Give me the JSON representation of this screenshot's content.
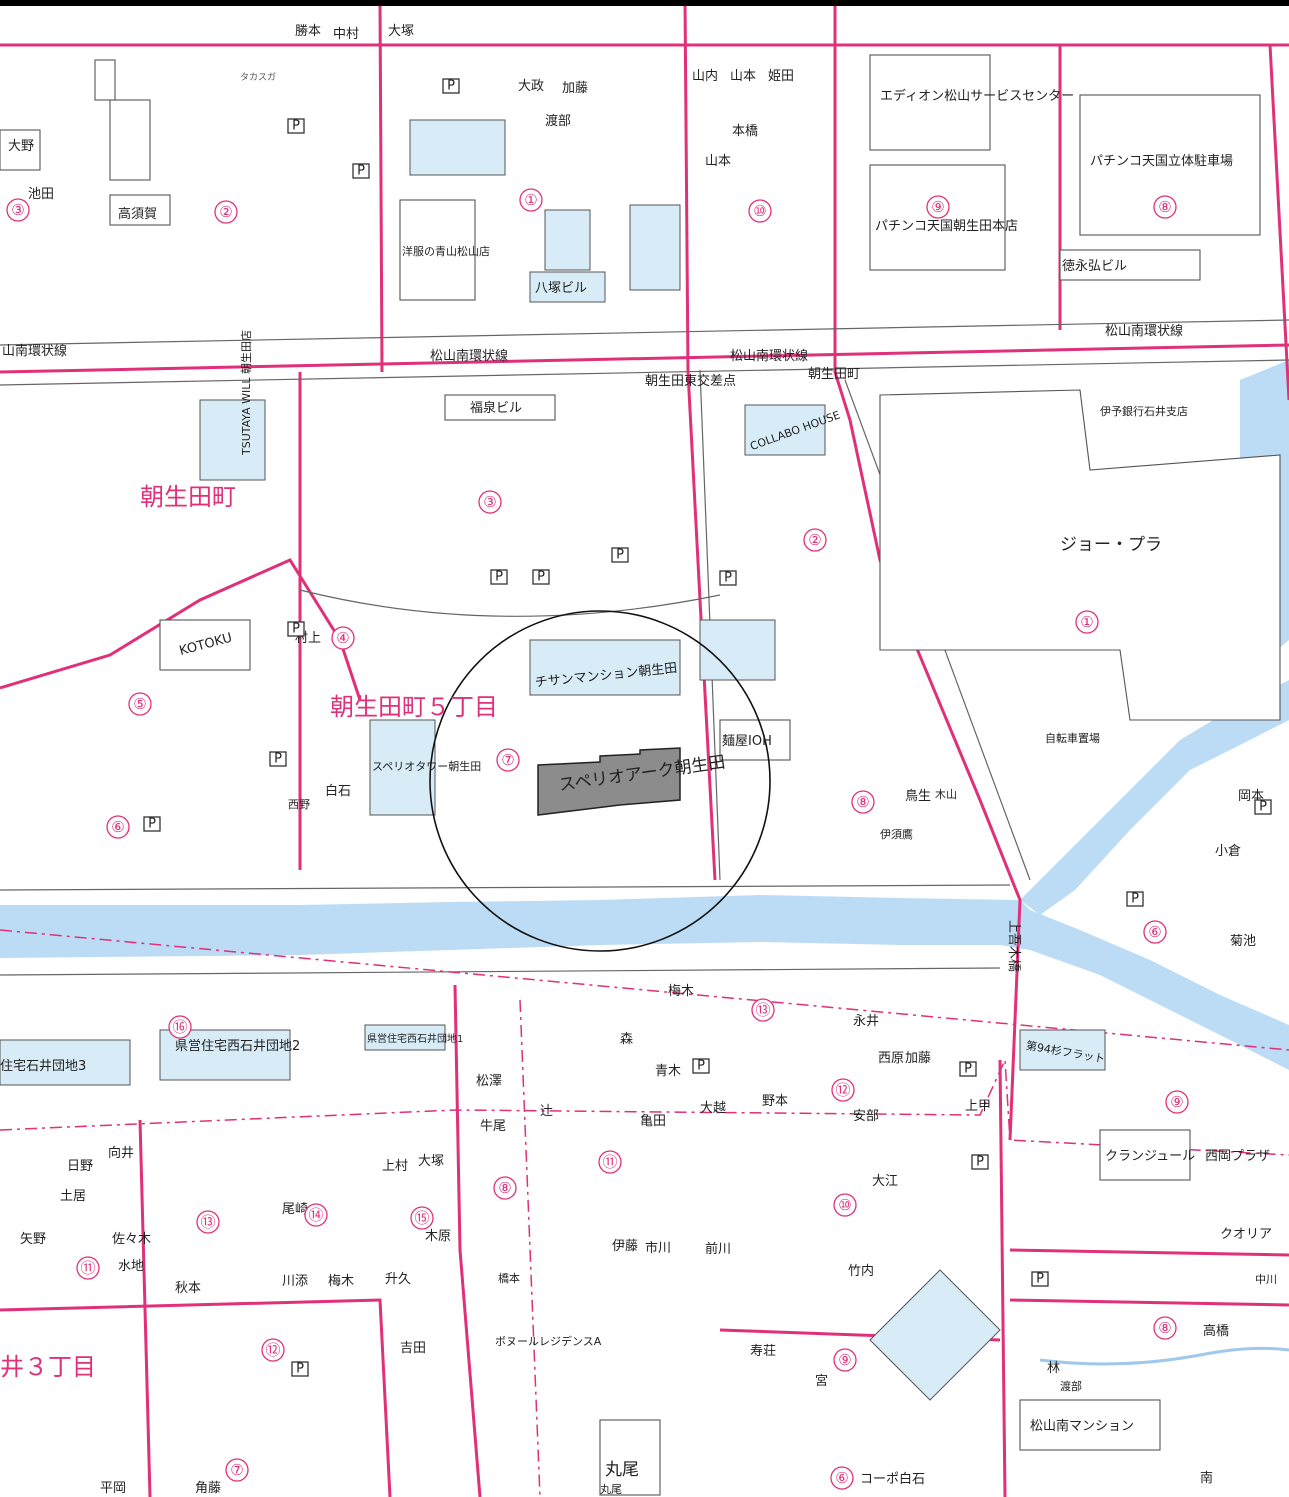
{
  "map": {
    "district_labels": {
      "asoda_cho": "朝生田町",
      "asoda_cho_5": "朝生田町５丁目",
      "nishi_ishii_3": "井３丁目"
    },
    "roads": {
      "ring_road_1": "松山南環状線",
      "ring_road_2": "松山南環状線",
      "ring_road_3": "松山南環状線",
      "ring_road_4": "山南環状線",
      "intersection": "朝生田東交差点",
      "asoda_cho_stop": "朝生田町",
      "bridge": "上吾木橋"
    },
    "target": {
      "name": "スペリオアーク朝生田"
    },
    "landmarks": {
      "eidion": "エディオン松山サービスセンター",
      "pachinko": "パチンコ天国朝生田本店",
      "pachinko_parking": "パチンコ天国立体駐車場",
      "joypla": "ジョー・プラ",
      "iyo_bank": "伊予銀行石井支店",
      "tokunaga": "徳永弘ビル",
      "fukusen": "福泉ビル",
      "chisan": "チサンマンション朝生田",
      "superio_tower": "スペリオタワー朝生田",
      "menya": "麺屋IOH",
      "collabo": "COLLABO HOUSE",
      "tsutaya": "TSUTAYA WILL 朝生田店",
      "kotoku": "KOTOKU",
      "aoyama": "洋服の青山松山店",
      "yatsuka": "八塚ビル",
      "bicycle": "自転車置場",
      "ken_jutaku_1": "県営住宅西石井団地2",
      "ken_jutaku_2": "県営住宅西石井団地1",
      "ken_jutaku_3": "住宅石井団地3",
      "clan": "クランジュール",
      "nishioka": "西岡プラザ",
      "qoria": "クオリア",
      "matsuyama_minami": "松山南マンション",
      "coop": "コーポ白石",
      "bonuru": "ボヌールレジデンスA",
      "marumo": "丸尾",
      "daiyon": "第94杉フラット",
      "tomita": "福泉ビル"
    },
    "surnames": [
      "大塚",
      "勝本",
      "中村",
      "大政",
      "加藤",
      "渡部",
      "姫田",
      "山本",
      "山内",
      "本橋",
      "大野",
      "池田",
      "高須賀",
      "タカスガ",
      "山本",
      "松澤",
      "牛尾",
      "青木",
      "亀田",
      "大越",
      "野本",
      "永井",
      "梅木",
      "西原",
      "加藤",
      "安部",
      "上甲",
      "森",
      "辻",
      "日野",
      "向井",
      "土居",
      "矢野",
      "佐々木",
      "水地",
      "秋本",
      "吉田",
      "上村",
      "大塚",
      "尾崎",
      "梅木",
      "川添",
      "升久",
      "木原",
      "橋本",
      "伊藤",
      "市川",
      "前川",
      "大江",
      "竹内",
      "寿荘",
      "宮",
      "林",
      "渡部",
      "高橋",
      "中川",
      "南",
      "角藤",
      "平岡",
      "丸尾",
      "白石",
      "村上",
      "西野",
      "岡本",
      "菊池",
      "小倉",
      "鳥生",
      "木山",
      "伊須鷹"
    ],
    "circle_numbers": [
      "①",
      "②",
      "③",
      "④",
      "⑤",
      "⑥",
      "⑦",
      "⑧",
      "⑨",
      "⑩",
      "⑪",
      "⑫",
      "⑬",
      "⑭",
      "⑮",
      "⑯"
    ],
    "parking_symbol": "P",
    "colors": {
      "boundary": "#e0307a",
      "river": "#bcdcf5",
      "target_fill": "#8c8c8c",
      "building_blue": "#d8ecf8"
    }
  }
}
